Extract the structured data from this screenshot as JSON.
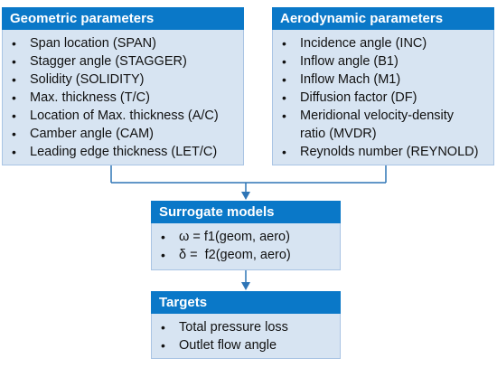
{
  "geometric": {
    "title": "Geometric parameters",
    "items": [
      "Span location (SPAN)",
      "Stagger angle (STAGGER)",
      "Solidity (SOLIDITY)",
      "Max. thickness (T/C)",
      "Location of Max. thickness (A/C)",
      "Camber angle (CAM)",
      "Leading edge thickness (LET/C)"
    ]
  },
  "aerodynamic": {
    "title": "Aerodynamic parameters",
    "items": [
      "Incidence angle (INC)",
      "Inflow angle (B1)",
      "Inflow Mach (M1)",
      "Diffusion factor (DF)",
      "Meridional velocity-density ratio (MVDR)",
      "Reynolds number (REYNOLD)"
    ]
  },
  "surrogate": {
    "title": "Surrogate models",
    "items": [
      "ω = f1(geom, aero)",
      "δ =  f2(geom, aero)"
    ]
  },
  "targets": {
    "title": "Targets",
    "items": [
      "Total pressure loss",
      "Outlet flow angle"
    ]
  },
  "bullet_glyph": "•",
  "colors": {
    "header": "#0a78c8",
    "body": "#d7e4f2",
    "connector": "#2e75b6"
  }
}
